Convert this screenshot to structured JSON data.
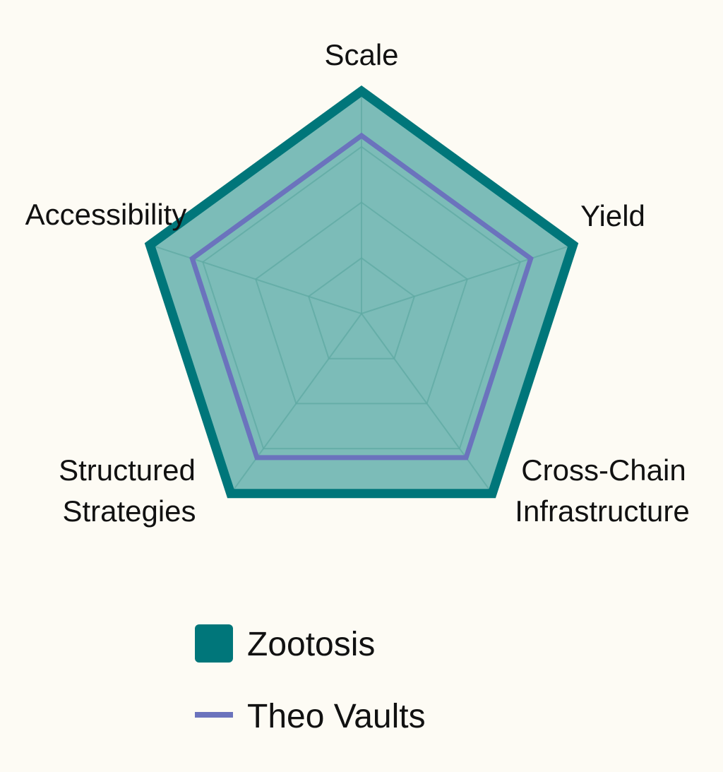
{
  "chart_data": {
    "type": "radar",
    "axes": [
      "Scale",
      "Yield",
      "Cross-Chain Infrastructure",
      "Structured Strategies",
      "Accessibility"
    ],
    "range": [
      0,
      1
    ],
    "grid": true,
    "grid_levels": 4,
    "legend_placement": "bottom",
    "series": [
      {
        "name": "Zootosis",
        "values": [
          1.0,
          1.0,
          1.0,
          1.0,
          1.0
        ],
        "style": "filled",
        "color": "#00767a",
        "fill": "#7cbcb8"
      },
      {
        "name": "Theo Vaults",
        "values": [
          0.8,
          0.8,
          0.8,
          0.8,
          0.8
        ],
        "style": "line",
        "color": "#6b73bd"
      }
    ]
  },
  "labels": {
    "scale": "Scale",
    "yield": "Yield",
    "cross_chain_line1": "Cross-Chain",
    "cross_chain_line2": "Infrastructure",
    "structured_line1": "Structured",
    "structured_line2": "Strategies",
    "accessibility": "Accessibility"
  },
  "legend": {
    "zootosis": "Zootosis",
    "theo_vaults": "Theo Vaults"
  }
}
